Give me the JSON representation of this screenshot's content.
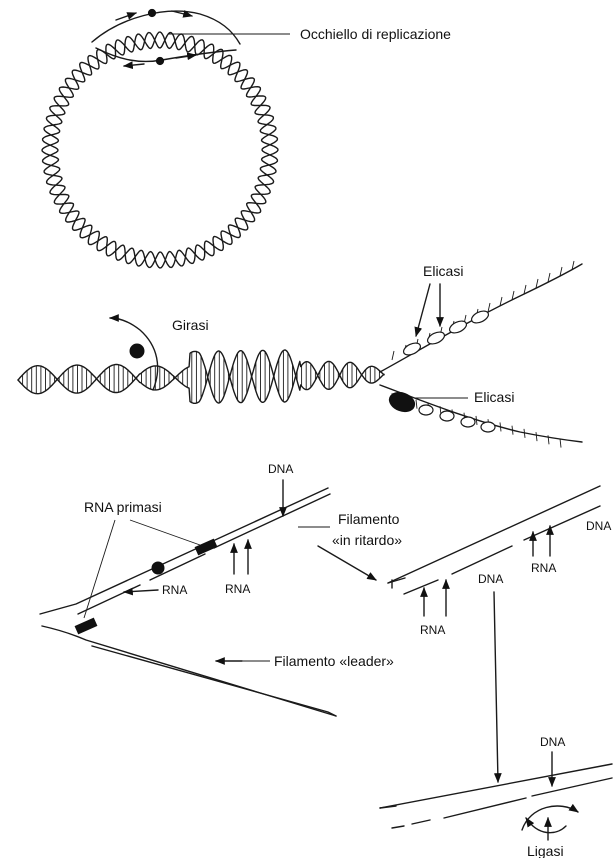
{
  "labels": {
    "replication_loop": "Occhiello di replicazione",
    "gyrase": "Girasi",
    "helicase_top": "Elicasi",
    "helicase_bottom": "Elicasi",
    "dna_top": "DNA",
    "rna_primase": "RNA primasi",
    "lagging_strand_line1": "Filamento",
    "lagging_strand_line2": "«in ritardo»",
    "rna_a": "RNA",
    "rna_b": "RNA",
    "dna_right_top": "DNA",
    "dna_right_mid": "DNA",
    "rna_right_top": "RNA",
    "rna_right_bottom": "RNA",
    "leading_strand": "Filamento «leader»",
    "dna_bottom": "DNA",
    "ligase": "Ligasi"
  }
}
